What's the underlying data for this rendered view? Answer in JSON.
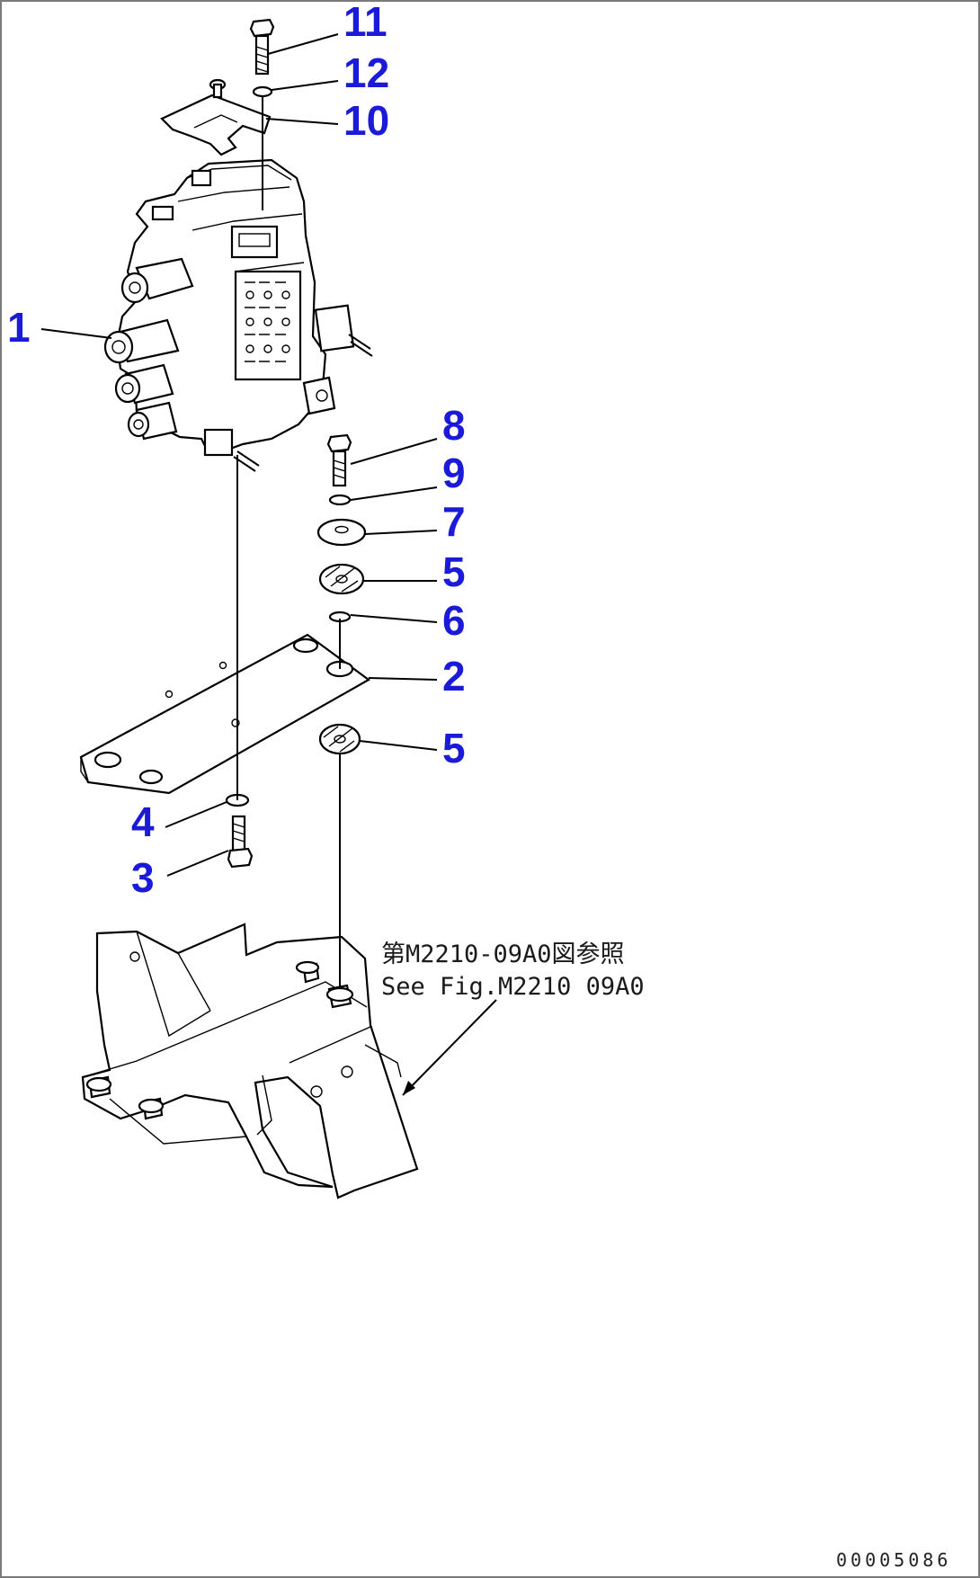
{
  "callouts": [
    {
      "id": "c11",
      "text": "11"
    },
    {
      "id": "c12",
      "text": "12"
    },
    {
      "id": "c10",
      "text": "10"
    },
    {
      "id": "c1",
      "text": "1"
    },
    {
      "id": "c8",
      "text": "8"
    },
    {
      "id": "c9",
      "text": "9"
    },
    {
      "id": "c7",
      "text": "7"
    },
    {
      "id": "c5a",
      "text": "5"
    },
    {
      "id": "c6",
      "text": "6"
    },
    {
      "id": "c2",
      "text": "2"
    },
    {
      "id": "c5b",
      "text": "5"
    },
    {
      "id": "c4",
      "text": "4"
    },
    {
      "id": "c3",
      "text": "3"
    }
  ],
  "reference_note": {
    "line1": "第M2210-09A0図参照",
    "line2": "See Fig.M2210 09A0"
  },
  "document_id": "00005086",
  "colors": {
    "callout": "#1a1ad8",
    "line": "#000000",
    "frame": "#7a7a7a"
  }
}
